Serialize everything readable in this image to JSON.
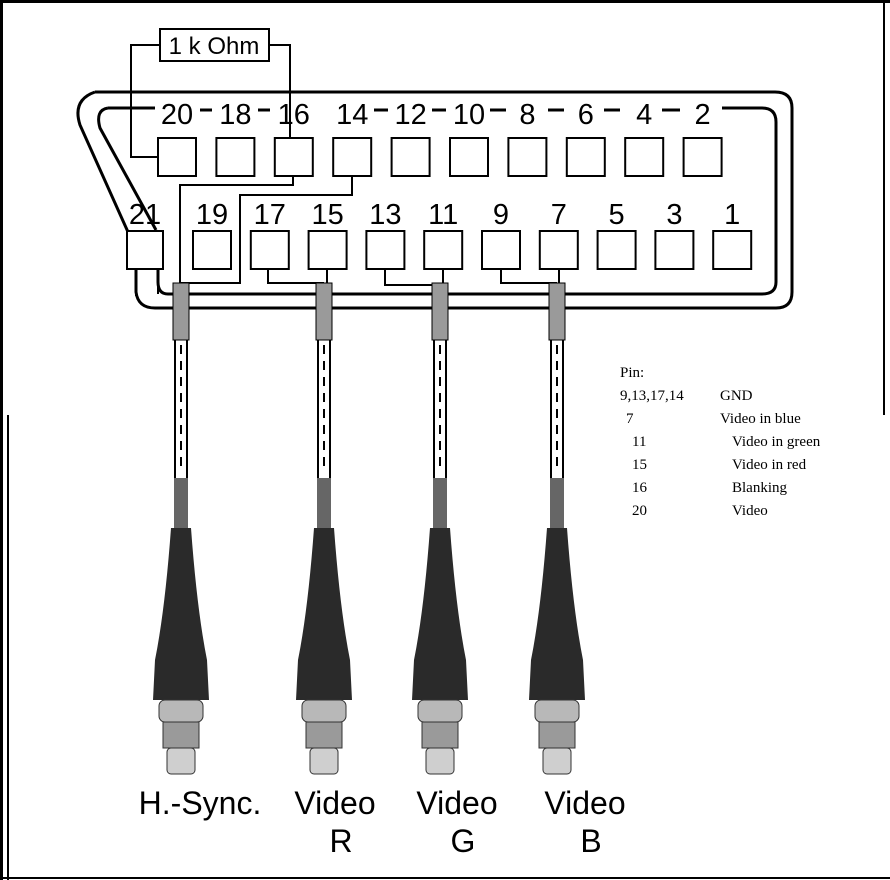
{
  "resistor_label": "1 k Ohm",
  "top_row_pins": [
    "20",
    "18",
    "16",
    "14",
    "12",
    "10",
    "8",
    "6",
    "4",
    "2"
  ],
  "bottom_row_pins": [
    "21",
    "19",
    "17",
    "15",
    "13",
    "11",
    "9",
    "7",
    "5",
    "3",
    "1"
  ],
  "connectors": [
    {
      "line1": "H.-Sync.",
      "line2": ""
    },
    {
      "line1": "Video",
      "line2": "R"
    },
    {
      "line1": "Video",
      "line2": "G"
    },
    {
      "line1": "Video",
      "line2": "B"
    }
  ],
  "pin_table": {
    "header": "Pin:",
    "rows": [
      {
        "pin": "9,13,17,14",
        "signal": "GND"
      },
      {
        "pin": "7",
        "signal": "Video in blue"
      },
      {
        "pin": "11",
        "signal": "Video in green"
      },
      {
        "pin": "15",
        "signal": "Video in red"
      },
      {
        "pin": "16",
        "signal": "Blanking"
      },
      {
        "pin": "20",
        "signal": "Video"
      }
    ]
  },
  "colors": {
    "line": "#000000",
    "cable_band": "#9a9a9a",
    "bnc_body": "#2a2a2a",
    "bnc_metal": "#b8b8b8"
  }
}
